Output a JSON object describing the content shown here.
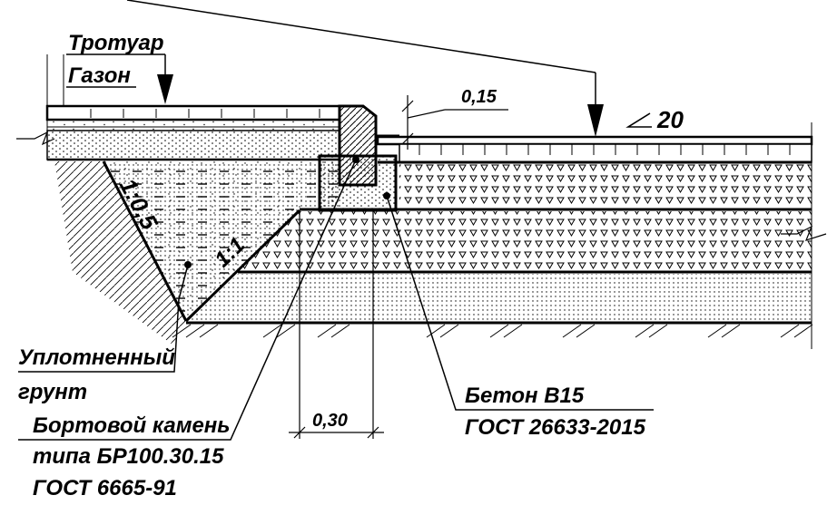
{
  "labels": {
    "sidewalk": "Тротуар",
    "lawn": "Газон",
    "compacted_1": "Уплотненный",
    "compacted_2": "грунт",
    "curb_1": "Бортовой камень",
    "curb_2": "типа БР100.30.15",
    "curb_3": "ГОСТ 6665-91",
    "concrete_1": "Бетон В15",
    "concrete_2": "ГОСТ 26633-2015",
    "dim_step": "0,15",
    "dim_width": "0,30",
    "slope_steep": "1:0,5",
    "slope_gentle": "1:1",
    "cross_slope": "20"
  }
}
